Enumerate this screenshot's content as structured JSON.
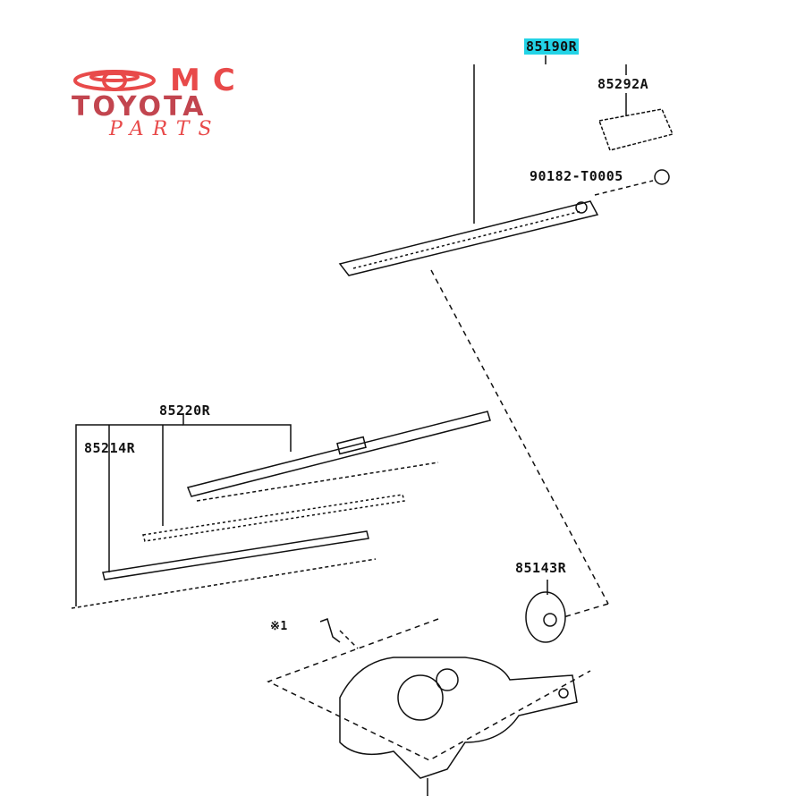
{
  "logo": {
    "line1": "MC",
    "line2": "TOYOTA",
    "line3": "PARTS",
    "colors": {
      "red": "#e84a4a",
      "dark_red": "#c2454f"
    }
  },
  "parts": [
    {
      "id": "85190R",
      "highlight": "#22d3e6"
    },
    {
      "id": "85292A"
    },
    {
      "id": "90182-T0005"
    },
    {
      "id": "85220R"
    },
    {
      "id": "85214R"
    },
    {
      "id": "85143R"
    },
    {
      "id": "※1"
    }
  ]
}
